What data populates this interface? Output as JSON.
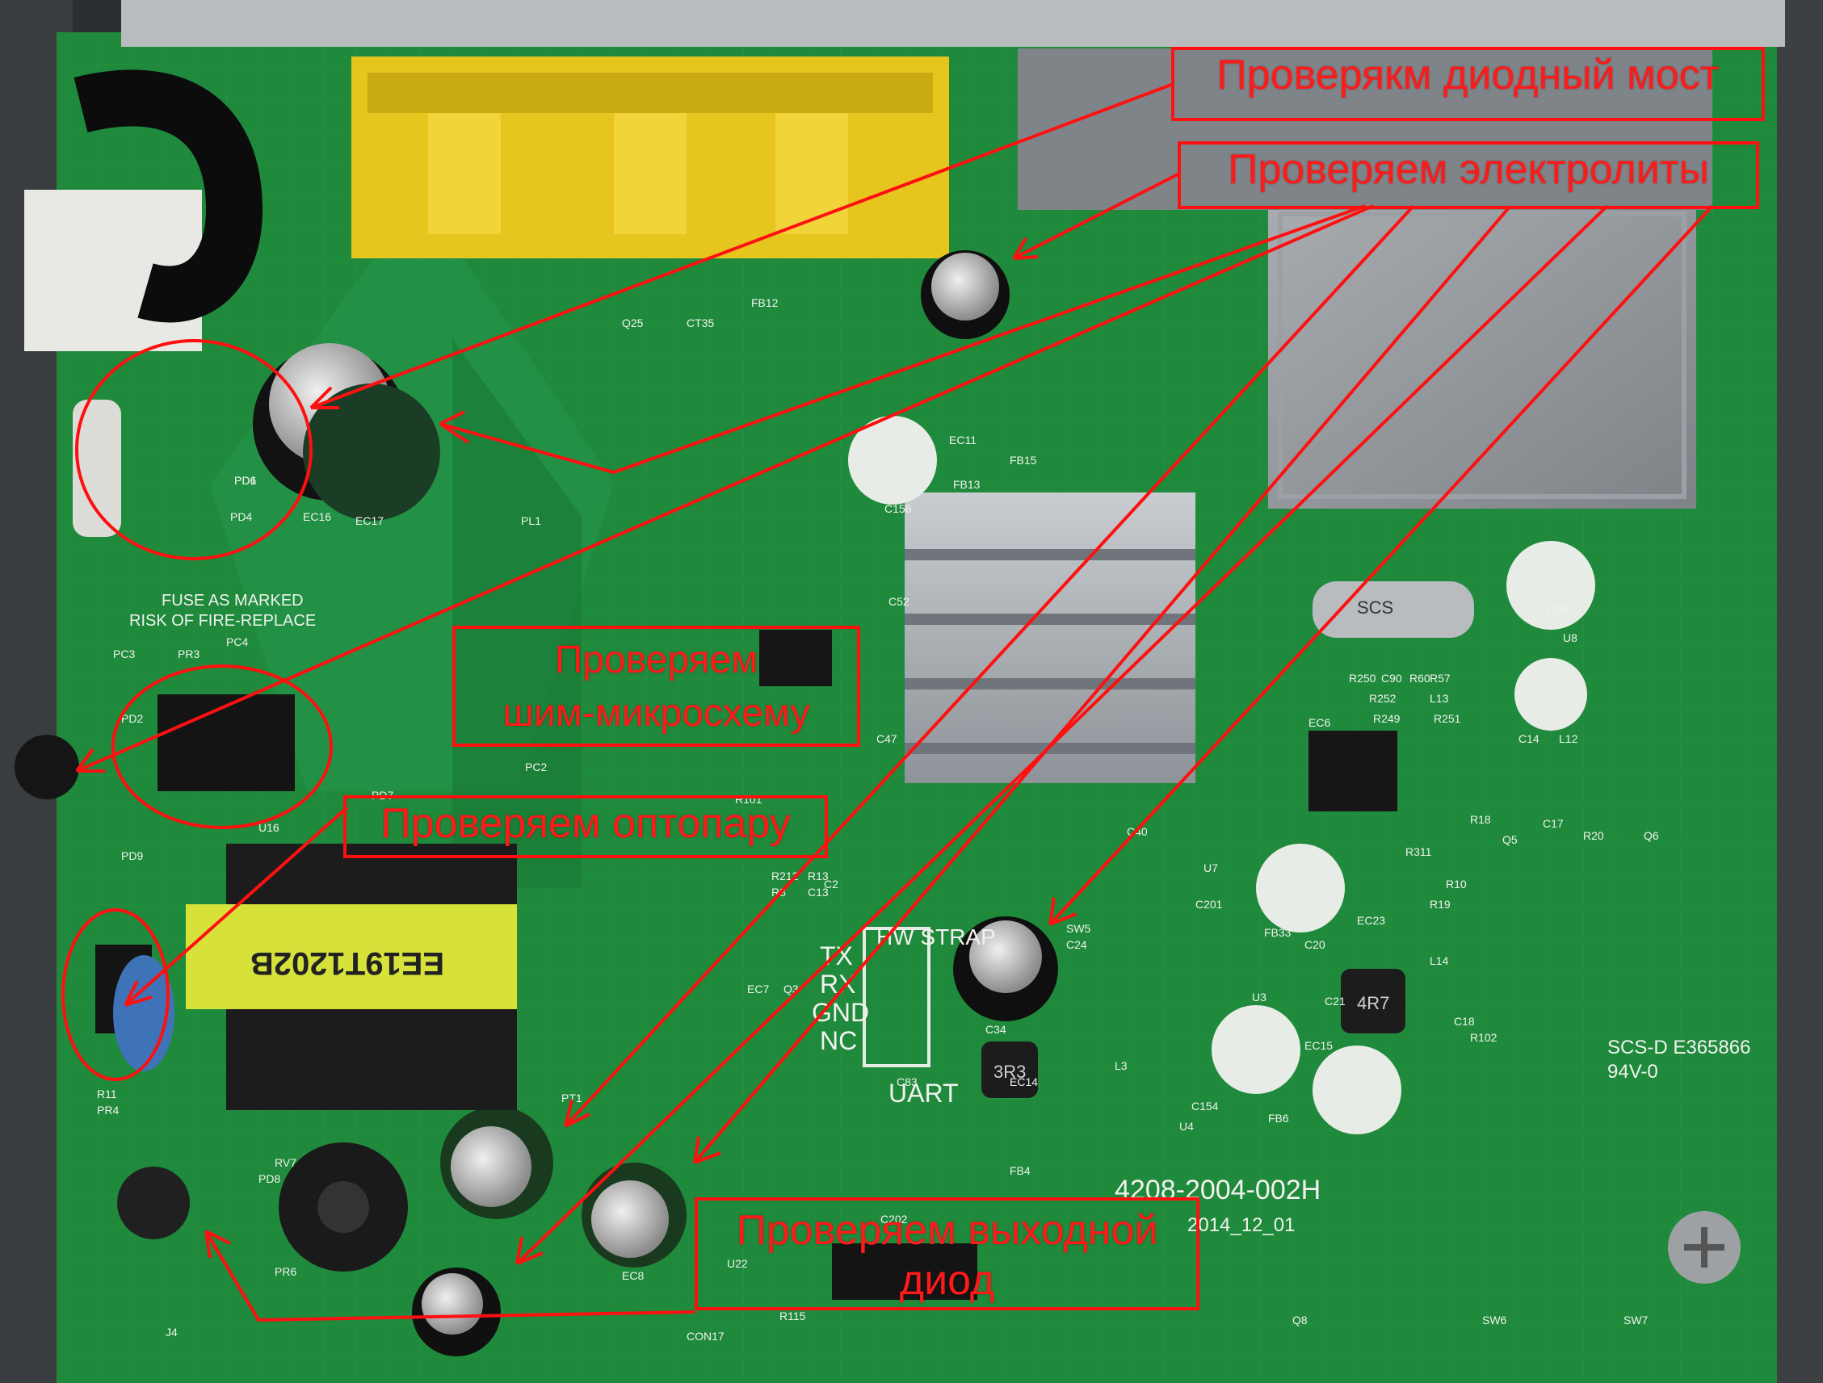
{
  "annotations": {
    "bridge": "Проверякм диодный мост",
    "caps": "Проверяем электролиты",
    "pwm_line1": "Проверяем",
    "pwm_line2": "шим-микросхему",
    "opto": "Проверяем оптопару",
    "diode_line1": "Проверяем выходной",
    "diode_line2": "диод"
  },
  "board_text": {
    "fuse_line1": "FUSE AS MARKED",
    "fuse_line2": "RISK OF FIRE-REPLACE",
    "transformer": "EE19T1202B",
    "uart": "UART",
    "uart_pins": [
      "TX",
      "RX",
      "GND",
      "NC"
    ],
    "hw_strap": "HW STRAP",
    "board_id": "4208-2004-002H",
    "date": "2014_12_01",
    "cert": "SCS-D E365866",
    "rating": "94V-0",
    "crystal": "SCS",
    "inductor": "3R3",
    "inductor2": "4R7",
    "labels": [
      "PD1",
      "PD4",
      "EC16",
      "EC17",
      "PL1",
      "PC3",
      "PC4",
      "PR3",
      "PD2",
      "U16",
      "PC2",
      "PD7",
      "PD9",
      "PT1",
      "EC8",
      "J4",
      "R101",
      "Q25",
      "CT35",
      "FB12",
      "EC11",
      "FB13",
      "FB15",
      "C156",
      "C52",
      "C47",
      "C40",
      "U8",
      "C30",
      "EC6",
      "U7",
      "C201",
      "FB33",
      "EC23",
      "C20",
      "C21",
      "L14",
      "U3",
      "EC15",
      "EC14",
      "L3",
      "U4",
      "C154",
      "FB6",
      "FB4",
      "C202",
      "U22",
      "R115",
      "Q8",
      "SW6",
      "SW7",
      "SW5",
      "C24",
      "C34",
      "EC7",
      "Q3",
      "R9",
      "R311",
      "R10",
      "R19",
      "R18",
      "Q5",
      "C17",
      "R20",
      "Q6",
      "R102",
      "C18",
      "C14",
      "L12",
      "L13",
      "R251",
      "R252",
      "R249",
      "R250",
      "C90",
      "R60",
      "R57",
      "C83",
      "CON17",
      "C2",
      "R212",
      "R13",
      "R8",
      "C13",
      "R11",
      "PR4",
      "PR6",
      "RV7",
      "PD8",
      "PD6"
    ]
  },
  "colors": {
    "pcb": "#1f8a3c",
    "annotation": "#ff1010",
    "transformer_tape": "#d6e23a"
  }
}
